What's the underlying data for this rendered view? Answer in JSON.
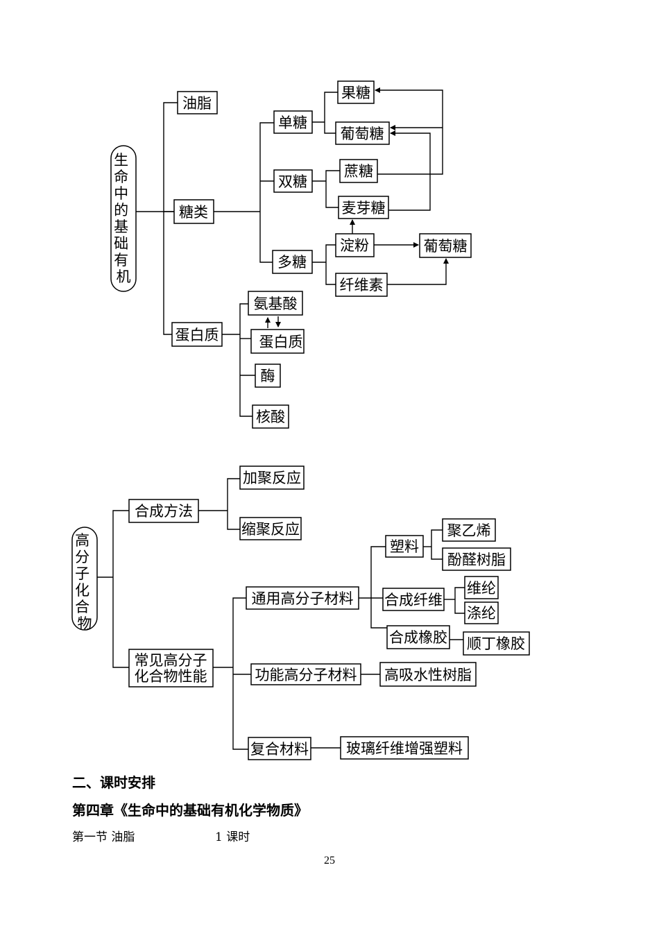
{
  "diagram1": {
    "root": "生命中的基础有机物",
    "lipid": "油脂",
    "sugars": "糖类",
    "protein_group": "蛋白质",
    "mono": "单糖",
    "di": "双糖",
    "poly": "多糖",
    "fructose": "果糖",
    "glucose": "葡萄糖",
    "sucrose": "蔗糖",
    "maltose": "麦芽糖",
    "starch": "淀粉",
    "glucose2": "葡萄糖",
    "cellulose": "纤维素",
    "amino_acid": "氨基酸",
    "protein": "蛋白质",
    "enzyme": "酶",
    "nucleic_acid": "核酸"
  },
  "diagram2": {
    "root": "高分子化合物",
    "synthesis": "合成方法",
    "addition": "加聚反应",
    "condensation": "缩聚反应",
    "properties_line1": "常见高分子",
    "properties_line2": "化合物性能",
    "general": "通用高分子材料",
    "plastic": "塑料",
    "polyethylene": "聚乙烯",
    "phenolic": "酚醛树脂",
    "synthetic_fiber": "合成纤维",
    "vinylon": "维纶",
    "polyester": "涤纶",
    "synthetic_rubber": "合成橡胶",
    "butadiene_rubber": "顺丁橡胶",
    "functional": "功能高分子材料",
    "absorbent": "高吸水性树脂",
    "composite": "复合材料",
    "frp": "玻璃纤维增强塑料"
  },
  "text": {
    "section": "二、课时安排",
    "chapter": "第四章《生命中的基础有机化学物质》",
    "lesson_name": "第一节  油脂",
    "lesson_hours": "1 课时",
    "page_number": "25"
  }
}
